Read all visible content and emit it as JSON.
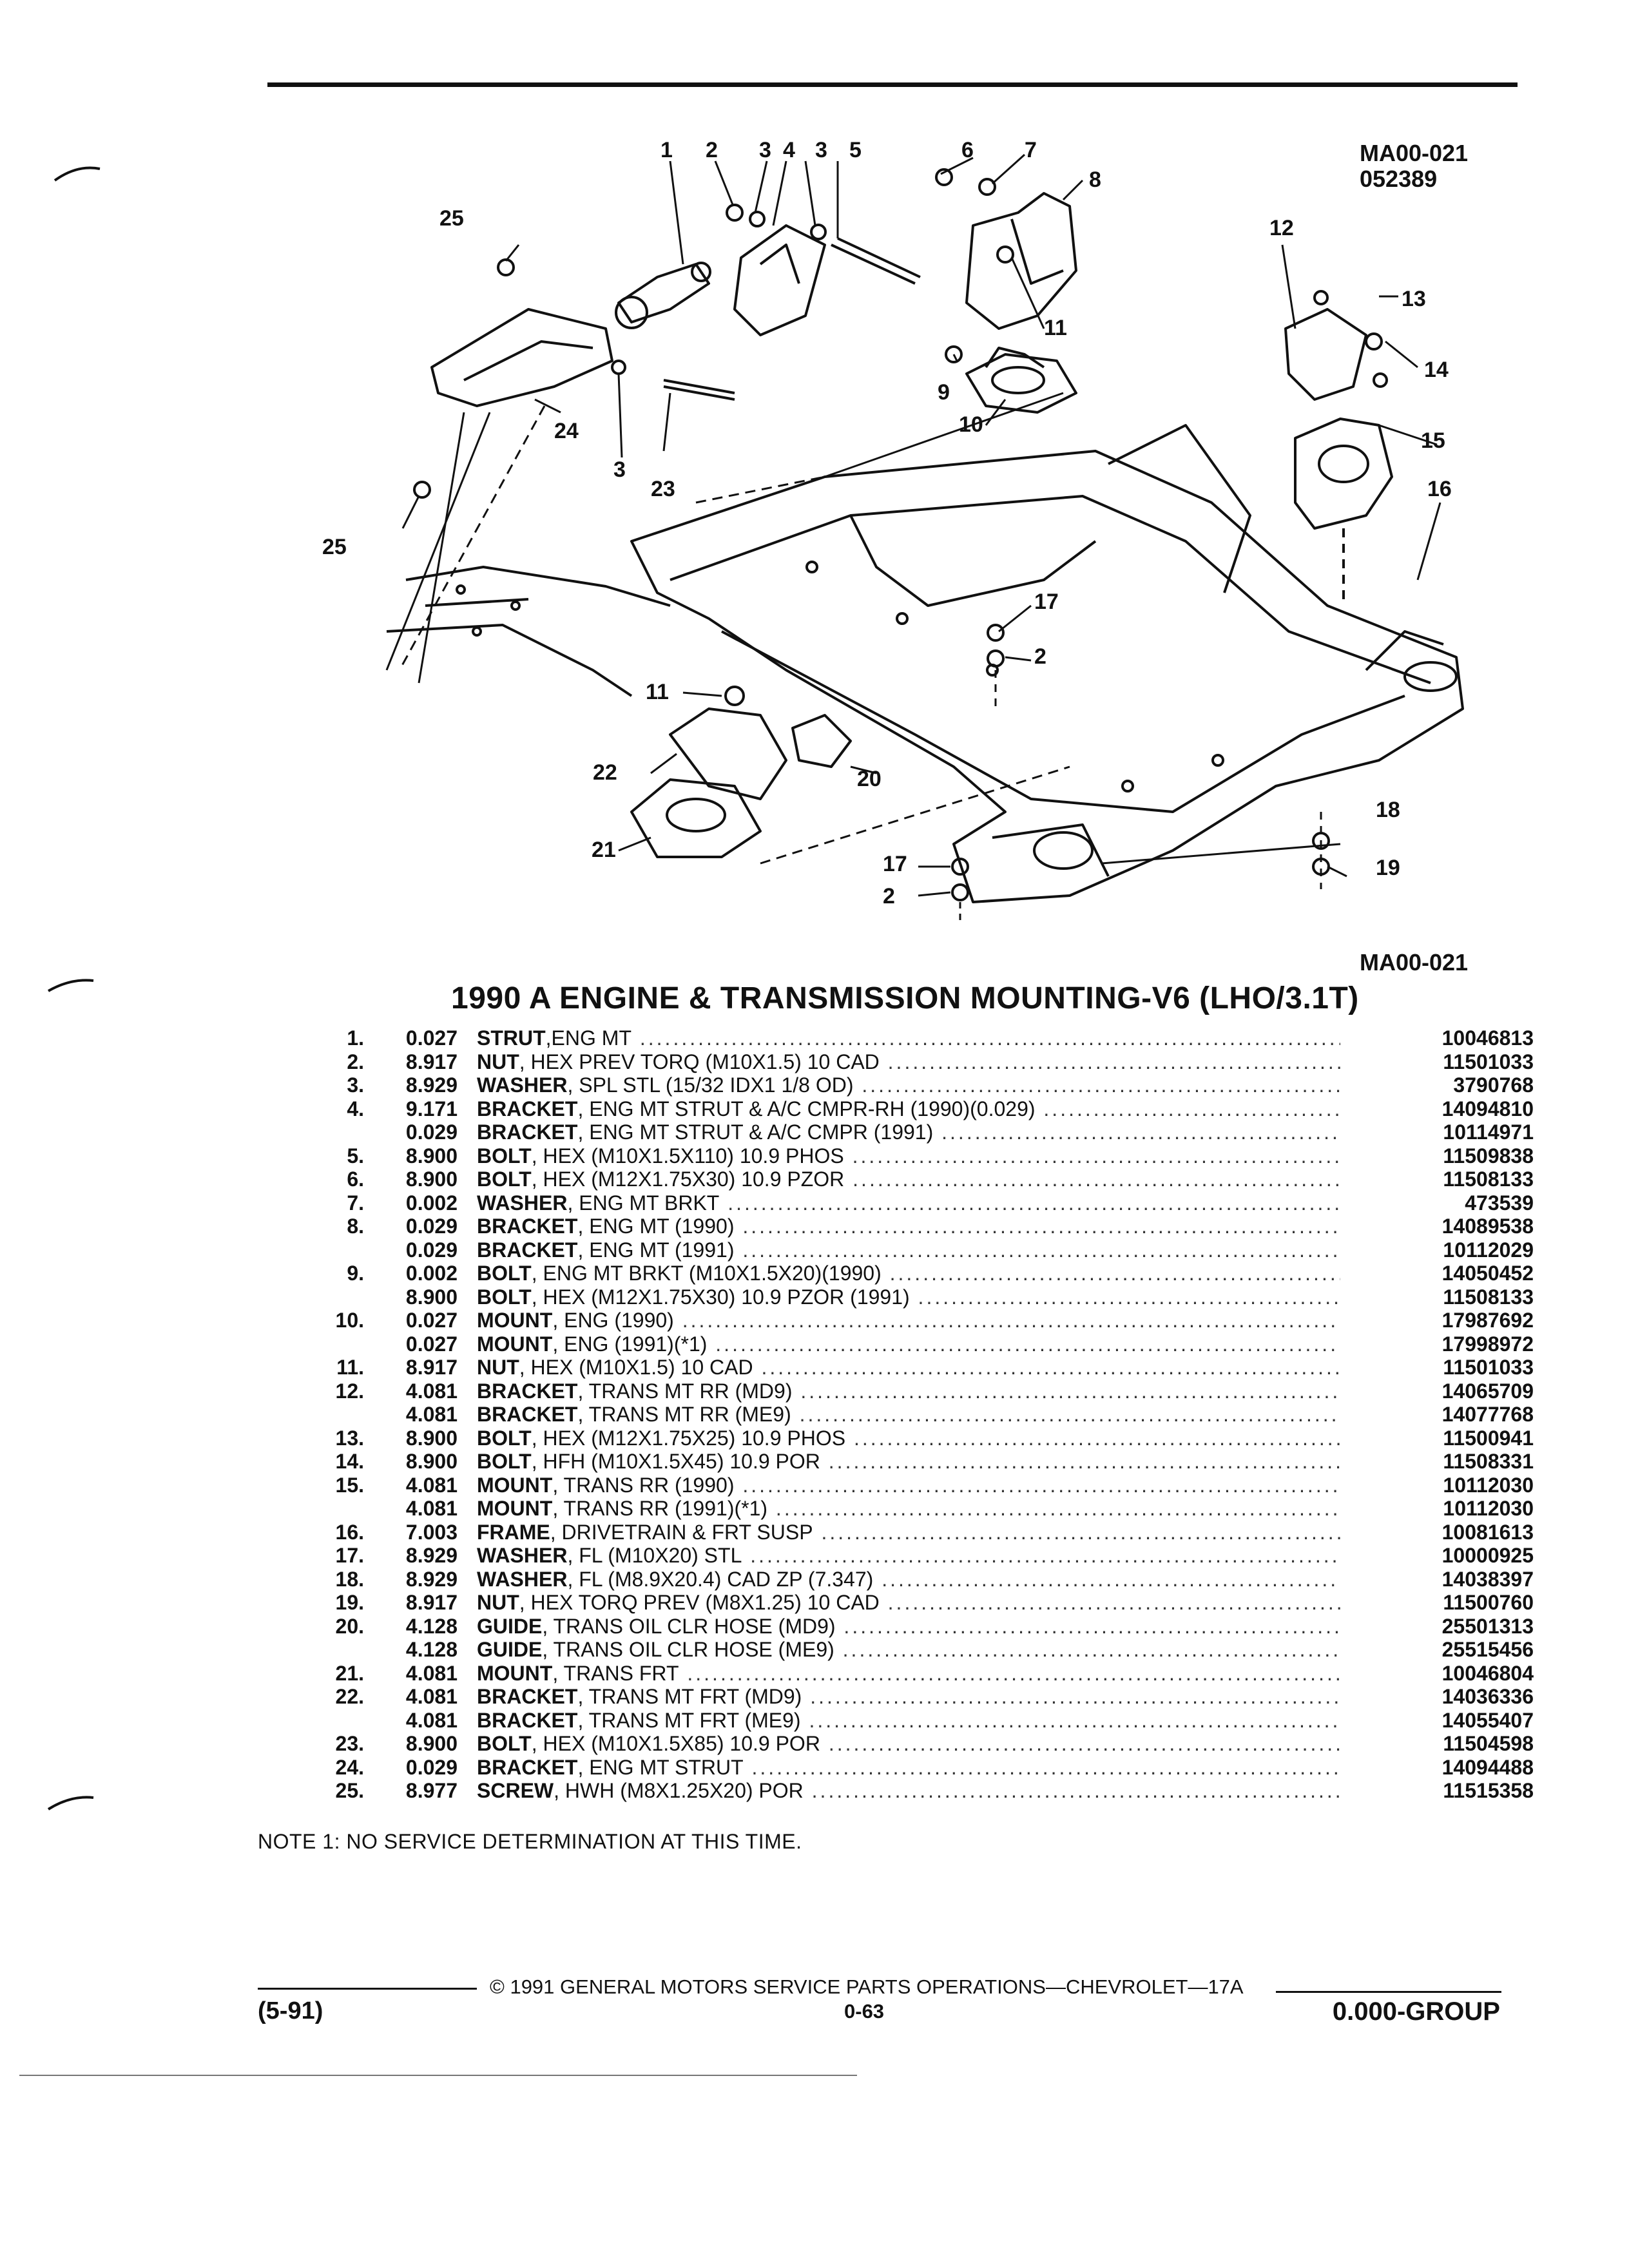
{
  "figure": {
    "id_top": "MA00-021",
    "date_code": "052389",
    "id_bottom": "MA00-021",
    "callouts": {
      "c1": "1",
      "c2": "2",
      "c3a": "3",
      "c4": "4",
      "c3b": "3",
      "c5": "5",
      "c6": "6",
      "c7": "7",
      "c8": "8",
      "c9": "9",
      "c10": "10",
      "c11": "11",
      "c12": "12",
      "c13": "13",
      "c14": "14",
      "c15": "15",
      "c16": "16",
      "c17a": "17",
      "c2a": "2",
      "c11b": "11",
      "c22": "22",
      "c20": "20",
      "c21": "21",
      "c17b": "17",
      "c2b": "2",
      "c18": "18",
      "c19": "19",
      "c25a": "25",
      "c25b": "25",
      "c24": "24",
      "c3c": "3",
      "c23": "23"
    }
  },
  "title": "1990 A ENGINE & TRANSMISSION MOUNTING-V6 (LHO/3.1T)",
  "parts": [
    {
      "num": "1.",
      "qty": "0.027",
      "name": "STRUT",
      "detail": ",ENG MT",
      "pn": "10046813"
    },
    {
      "num": "2.",
      "qty": "8.917",
      "name": "NUT",
      "detail": ", HEX PREV TORQ (M10X1.5) 10 CAD",
      "pn": "11501033"
    },
    {
      "num": "3.",
      "qty": "8.929",
      "name": "WASHER",
      "detail": ", SPL STL (15/32 IDX1 1/8 OD)",
      "pn": "3790768"
    },
    {
      "num": "4.",
      "qty": "9.171",
      "name": "BRACKET",
      "detail": ", ENG MT STRUT & A/C CMPR-RH (1990)(0.029)",
      "pn": "14094810"
    },
    {
      "num": "",
      "qty": "0.029",
      "name": "BRACKET",
      "detail": ", ENG MT STRUT & A/C CMPR (1991)",
      "pn": "10114971"
    },
    {
      "num": "5.",
      "qty": "8.900",
      "name": "BOLT",
      "detail": ", HEX (M10X1.5X110) 10.9 PHOS",
      "pn": "11509838"
    },
    {
      "num": "6.",
      "qty": "8.900",
      "name": "BOLT",
      "detail": ", HEX (M12X1.75X30) 10.9 PZOR",
      "pn": "11508133"
    },
    {
      "num": "7.",
      "qty": "0.002",
      "name": "WASHER",
      "detail": ", ENG MT BRKT",
      "pn": "473539"
    },
    {
      "num": "8.",
      "qty": "0.029",
      "name": "BRACKET",
      "detail": ", ENG MT (1990)",
      "pn": "14089538"
    },
    {
      "num": "",
      "qty": "0.029",
      "name": "BRACKET",
      "detail": ", ENG MT (1991)",
      "pn": "10112029"
    },
    {
      "num": "9.",
      "qty": "0.002",
      "name": "BOLT",
      "detail": ", ENG MT BRKT (M10X1.5X20)(1990)",
      "pn": "14050452"
    },
    {
      "num": "",
      "qty": "8.900",
      "name": "BOLT",
      "detail": ", HEX (M12X1.75X30) 10.9 PZOR (1991)",
      "pn": "11508133"
    },
    {
      "num": "10.",
      "qty": "0.027",
      "name": "MOUNT",
      "detail": ", ENG (1990)",
      "pn": "17987692"
    },
    {
      "num": "",
      "qty": "0.027",
      "name": "MOUNT",
      "detail": ", ENG (1991)(*1)",
      "pn": "17998972"
    },
    {
      "num": "11.",
      "qty": "8.917",
      "name": "NUT",
      "detail": ", HEX (M10X1.5) 10 CAD",
      "pn": "11501033"
    },
    {
      "num": "12.",
      "qty": "4.081",
      "name": "BRACKET",
      "detail": ", TRANS MT RR (MD9)",
      "pn": "14065709"
    },
    {
      "num": "",
      "qty": "4.081",
      "name": "BRACKET",
      "detail": ", TRANS MT RR (ME9)",
      "pn": "14077768"
    },
    {
      "num": "13.",
      "qty": "8.900",
      "name": "BOLT",
      "detail": ", HEX (M12X1.75X25) 10.9 PHOS",
      "pn": "11500941"
    },
    {
      "num": "14.",
      "qty": "8.900",
      "name": "BOLT",
      "detail": ", HFH (M10X1.5X45) 10.9 POR",
      "pn": "11508331"
    },
    {
      "num": "15.",
      "qty": "4.081",
      "name": "MOUNT",
      "detail": ", TRANS RR (1990)",
      "pn": "10112030"
    },
    {
      "num": "",
      "qty": "4.081",
      "name": "MOUNT",
      "detail": ", TRANS RR (1991)(*1)",
      "pn": "10112030"
    },
    {
      "num": "16.",
      "qty": "7.003",
      "name": "FRAME",
      "detail": ", DRIVETRAIN & FRT SUSP",
      "pn": "10081613"
    },
    {
      "num": "17.",
      "qty": "8.929",
      "name": "WASHER",
      "detail": ", FL (M10X20) STL",
      "pn": "10000925"
    },
    {
      "num": "18.",
      "qty": "8.929",
      "name": "WASHER",
      "detail": ", FL (M8.9X20.4) CAD ZP (7.347)",
      "pn": "14038397"
    },
    {
      "num": "19.",
      "qty": "8.917",
      "name": "NUT",
      "detail": ", HEX TORQ PREV (M8X1.25) 10 CAD",
      "pn": "11500760"
    },
    {
      "num": "20.",
      "qty": "4.128",
      "name": "GUIDE",
      "detail": ", TRANS OIL CLR HOSE (MD9)",
      "pn": "25501313"
    },
    {
      "num": "",
      "qty": "4.128",
      "name": "GUIDE",
      "detail": ", TRANS OIL CLR HOSE (ME9)",
      "pn": "25515456"
    },
    {
      "num": "21.",
      "qty": "4.081",
      "name": "MOUNT",
      "detail": ", TRANS FRT",
      "pn": "10046804"
    },
    {
      "num": "22.",
      "qty": "4.081",
      "name": "BRACKET",
      "detail": ", TRANS MT FRT (MD9)",
      "pn": "14036336"
    },
    {
      "num": "",
      "qty": "4.081",
      "name": "BRACKET",
      "detail": ", TRANS MT FRT (ME9)",
      "pn": "14055407"
    },
    {
      "num": "23.",
      "qty": "8.900",
      "name": "BOLT",
      "detail": ", HEX (M10X1.5X85) 10.9 POR",
      "pn": "11504598"
    },
    {
      "num": "24.",
      "qty": "0.029",
      "name": "BRACKET",
      "detail": ", ENG MT STRUT",
      "pn": "14094488"
    },
    {
      "num": "25.",
      "qty": "8.977",
      "name": "SCREW",
      "detail": ", HWH (M8X1.25X20) POR",
      "pn": "11515358"
    }
  ],
  "note": "NOTE  1:  NO SERVICE DETERMINATION AT THIS TIME.",
  "footer": {
    "left": "(5-91)",
    "copyright": "© 1991 GENERAL MOTORS SERVICE PARTS OPERATIONS—CHEVROLET—17A",
    "page": "0-63",
    "right": "0.000-GROUP"
  }
}
